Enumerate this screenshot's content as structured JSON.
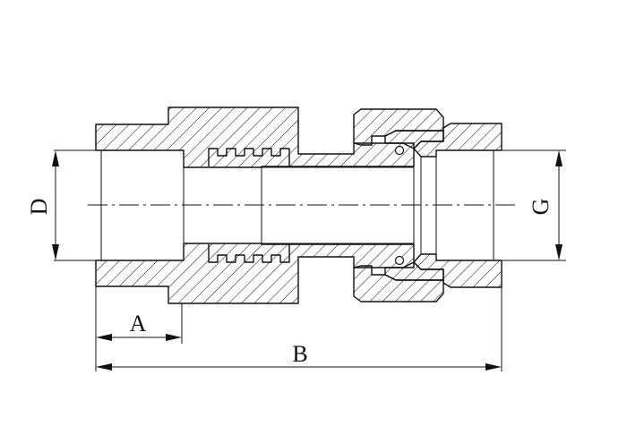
{
  "drawing": {
    "dimension_labels": {
      "d": "D",
      "a": "A",
      "b": "B",
      "g": "G"
    },
    "colors": {
      "line": "#111111",
      "background": "#ffffff"
    }
  }
}
